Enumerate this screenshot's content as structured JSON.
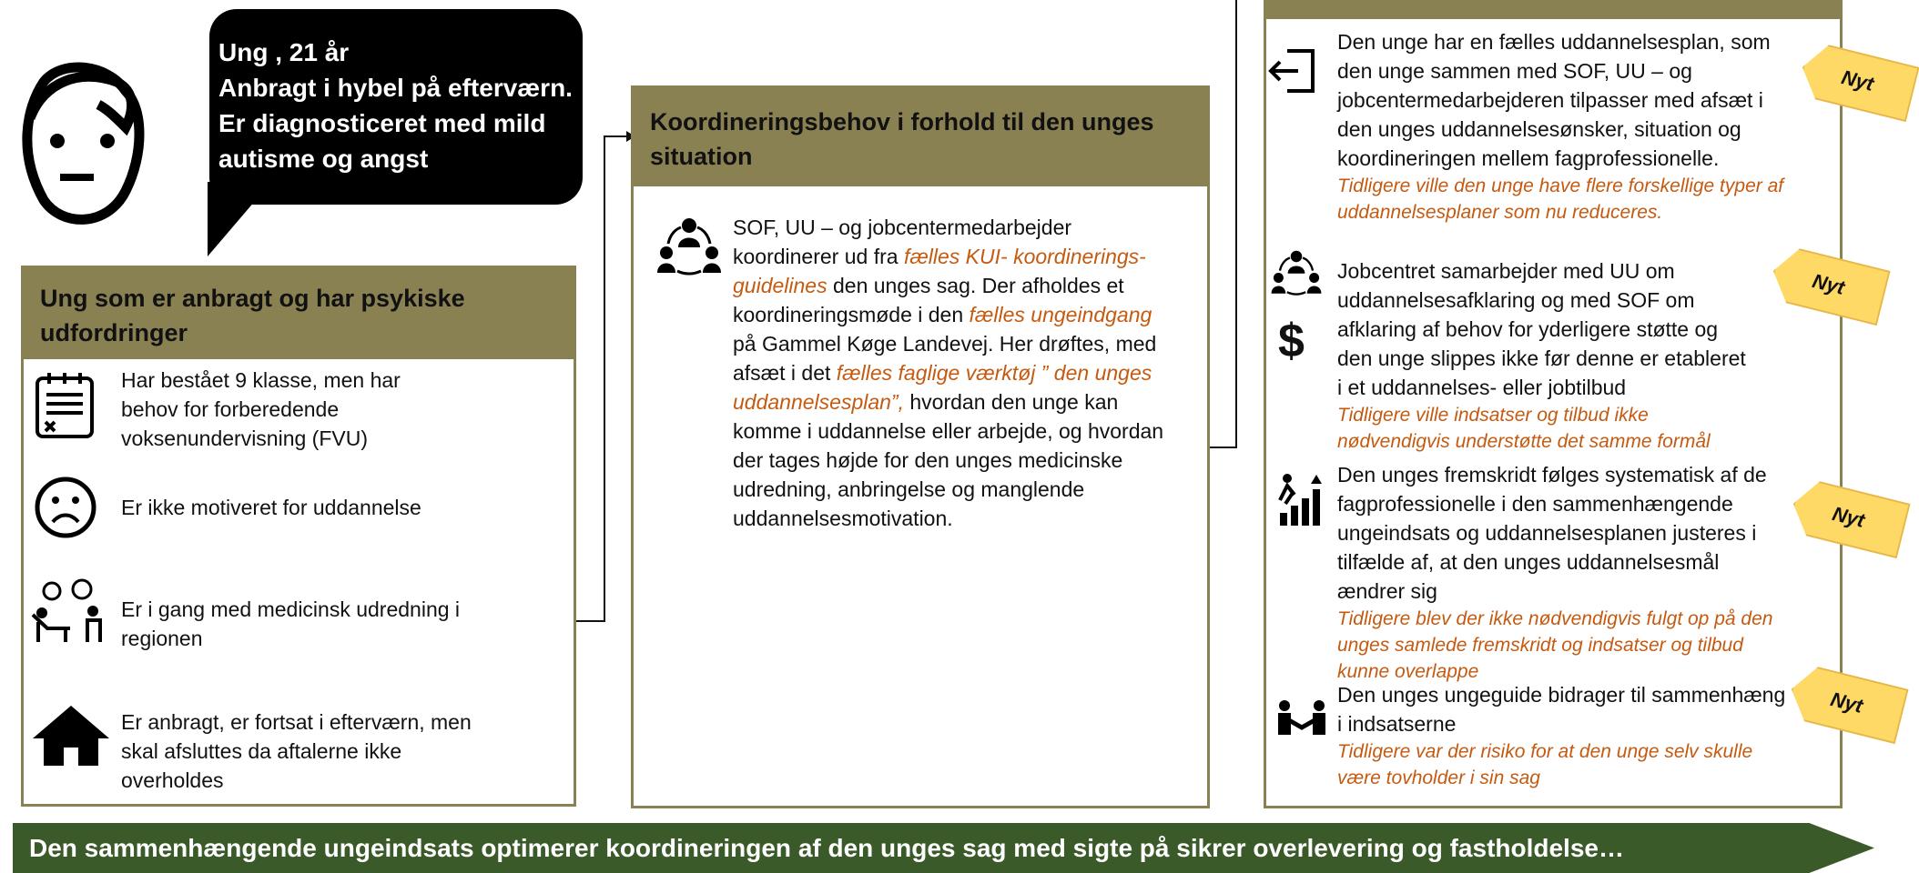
{
  "persona": {
    "lines": [
      "Ung , 21 år",
      "Anbragt i hybel på efterværn.",
      "Er diagnosticeret med mild",
      "autisme og angst"
    ]
  },
  "left_box": {
    "title_lines": [
      "Ung som er anbragt og har psykiske",
      "udfordringer"
    ],
    "items": [
      {
        "icon": "checklist-icon",
        "lines": [
          "Har bestået 9 klasse, men har",
          "behov for forberedende",
          "voksenundervisning (FVU)"
        ]
      },
      {
        "icon": "sad-face-icon",
        "lines": [
          "Er ikke motiveret for uddannelse"
        ]
      },
      {
        "icon": "patient-doctor-icon",
        "lines": [
          "Er i gang med medicinsk udredning i",
          "regionen"
        ]
      },
      {
        "icon": "house-icon",
        "lines": [
          "Er anbragt, er fortsat i efterværn, men",
          "skal afsluttes da aftalerne ikke",
          "overholdes"
        ]
      }
    ]
  },
  "middle_box": {
    "title_lines": [
      "Koordineringsbehov i forhold til den unges",
      "situation"
    ],
    "icon": "people-network-icon",
    "l1": "SOF, UU – og jobcentermedarbejder",
    "l2a": "koordinerer ud fra ",
    "l2b": "fælles KUI- koordinerings-",
    "l3a": "guidelines",
    "l3b": " den unges sag. Der afholdes et",
    "l4a": "koordineringsmøde i den ",
    "l4b": "fælles ungeindgang",
    "l5": "på Gammel Køge Landevej. Her drøftes, med",
    "l6a": "afsæt i det ",
    "l6b": "fælles faglige værktøj",
    "l6c": " ” den unges",
    "l7a": "uddannelsesplan”,",
    "l7b": " hvordan den unge kan",
    "l8": "komme i uddannelse eller arbejde, og hvordan",
    "l9": "der tages højde for den unges medicinske",
    "l10": "udredning, anbringelse og manglende",
    "l11": "uddannelsesmotivation."
  },
  "right_box": {
    "items": [
      {
        "icon": "login-arrow-icon",
        "lines": [
          "Den unge har en fælles uddannelsesplan, som",
          "den unge sammen med SOF, UU – og",
          "jobcentermedarbejderen tilpasser med afsæt i",
          "den unges uddannelsesønsker, situation og",
          "koordineringen mellem fagprofessionelle."
        ],
        "note_lines": [
          "Tidligere ville den unge have flere forskellige typer af",
          "uddannelsesplaner som nu reduceres."
        ],
        "tag": "Nyt"
      },
      {
        "icon": "people-network-icon",
        "lines": [
          "Jobcentret samarbejder med UU om",
          "uddannelsesafklaring og med SOF om",
          "afklaring af behov for yderligere støtte og",
          "den unge slippes ikke før denne er etableret",
          "i et uddannelses- eller jobtilbud"
        ],
        "note_lines": [
          "Tidligere ville indsatser og tilbud ikke",
          "nødvendigvis understøtte det samme formål"
        ],
        "tag": "Nyt"
      },
      {
        "icon": "progress-stairs-icon",
        "lines": [
          "Den unges fremskridt følges systematisk af de",
          "fagprofessionelle i den sammenhængende",
          "ungeindsats og uddannelsesplanen justeres i",
          "tilfælde af, at den unges uddannelsesmål",
          "ændrer sig"
        ],
        "note_lines": [
          "Tidligere blev der ikke nødvendigvis fulgt op på den",
          "unges samlede fremskridt og indsatser og tilbud",
          "kunne overlappe"
        ],
        "tag": "Nyt"
      },
      {
        "icon": "handshake-icon",
        "lines": [
          "Den unges ungeguide bidrager til sammenhæng",
          "i indsatserne"
        ],
        "note_lines": [
          "Tidligere var der risiko for at den unge selv skulle",
          "være tovholder i sin sag"
        ],
        "tag": "Nyt"
      }
    ]
  },
  "banner": {
    "text": "Den sammenhængende ungeindsats optimerer koordineringen af den unges sag med sigte på sikrer overlevering og fastholdelse…"
  },
  "colors": {
    "header": "#8a8152",
    "accent_orange": "#c55a11",
    "tag_yellow": "#ffd966",
    "banner_green": "#3b5a2a"
  }
}
